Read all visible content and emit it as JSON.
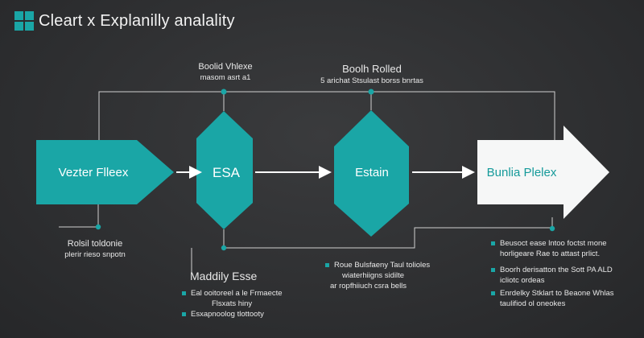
{
  "header": {
    "title": "Cleart x Explanilly analality",
    "logo_icon": "windows-grid-icon"
  },
  "colors": {
    "accent": "#1aa6a6",
    "white_shape": "#f6f7f7",
    "line": "#d8d8d8"
  },
  "nodes": {
    "n1": {
      "label": "Vezter Flleex"
    },
    "n2": {
      "label": "ESA"
    },
    "n3": {
      "label": "Estain"
    },
    "n4": {
      "label": "Bunlia Plelex"
    }
  },
  "top_labels": {
    "a": {
      "title": "Boolid Vhlexe",
      "sub": "masom asrt a1"
    },
    "b": {
      "title": "Boolh Rolled",
      "sub": "5 arichat Stsulast borss bnrtas"
    }
  },
  "notes": {
    "left": {
      "title": "Rolsil toldonie",
      "sub": "plerir rieso snpotn"
    },
    "middle": {
      "title": "Maddily Esse",
      "items": [
        {
          "line1": "Eal ooitoreel a le Frmaecte",
          "line2": "Flsxats hiny"
        },
        {
          "line1": "Esxapnoolog tlottooty",
          "line2": ""
        }
      ]
    },
    "center": {
      "items": [
        {
          "line1": "Roue Bulsfaeny Taul tolioles",
          "line2": "wiaterhiigns sidilte"
        },
        {
          "line1": "ar ropfhiiuch csra bells",
          "line2": ""
        }
      ]
    },
    "right": {
      "items": [
        {
          "line1": "Beusoct ease lntoo foctst mone",
          "line2": "horligeare Rae to attast prlict."
        },
        {
          "line1": "Boorh derisatton the Sott PA ALD",
          "line2": "icliotc ordeas"
        },
        {
          "line1": "Enrdelky Stklart to Beaone Whlas",
          "line2": "taulifiod ol oneokes"
        }
      ]
    }
  }
}
